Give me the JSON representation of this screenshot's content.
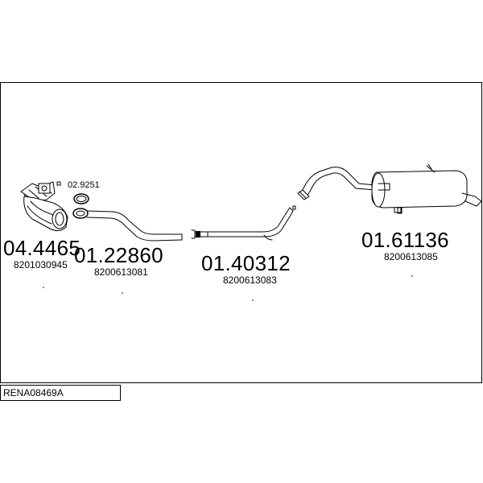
{
  "diagram": {
    "parts": [
      {
        "id": "catalytic-converter",
        "number": "04.4465",
        "oem": "8201030945"
      },
      {
        "id": "gasket",
        "number": "02.9251"
      },
      {
        "id": "front-pipe",
        "number": "01.22860",
        "oem": "8200613081"
      },
      {
        "id": "middle-pipe",
        "number": "01.40312",
        "oem": "8200613083"
      },
      {
        "id": "rear-silencer",
        "number": "01.61136",
        "oem": "8200613085"
      }
    ]
  },
  "footer": {
    "reference": "RENA08469A"
  }
}
